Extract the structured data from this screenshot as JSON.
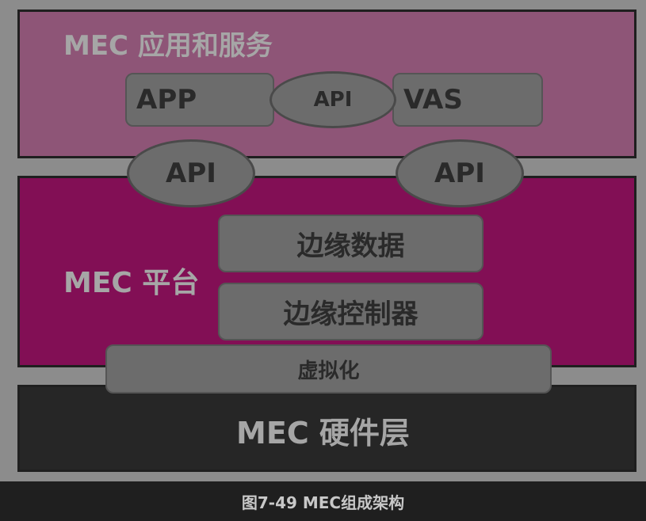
{
  "app_layer": {
    "title": "MEC 应用和服务",
    "app_label": "APP",
    "api_label": "API",
    "vas_label": "VAS"
  },
  "interfaces": {
    "left_api": "API",
    "right_api": "API"
  },
  "platform_layer": {
    "title": "MEC 平台",
    "edge_data": "边缘数据",
    "edge_controller": "边缘控制器"
  },
  "virtualization": "虚拟化",
  "hardware_layer": {
    "title": "MEC 硬件层"
  },
  "caption": "图7-49 MEC组成架构",
  "colors": {
    "app_layer": "#8e5577",
    "platform_layer": "#820f55",
    "hardware_layer": "#262626",
    "component": "#6c6c6c",
    "background": "#8c8c8c"
  }
}
